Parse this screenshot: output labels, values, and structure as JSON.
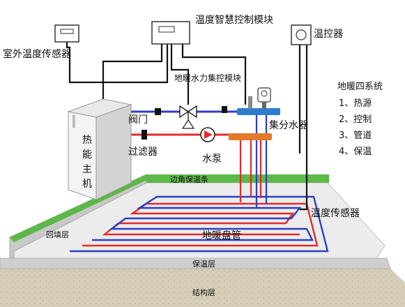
{
  "labels": {
    "smart_module": "温度智慧控制模块",
    "thermostat": "温控器",
    "outdoor_sensor": "室外温度传感器",
    "manifold_module": "地暖水力集控模块",
    "valve": "阀门",
    "filter": "过滤器",
    "pump": "水泵",
    "manifold": "集分水器",
    "host": [
      "热",
      "能",
      "主",
      "机"
    ],
    "edge_insulation": "边角保温条",
    "temp_sensor": "温度传感器",
    "backfill": "回填层",
    "floor_pipe": "地暖盘管",
    "insulation_layer": "保温层",
    "structure_layer": "结构层"
  },
  "system_panel": {
    "title": "地暖四系统",
    "items": [
      "1、热源",
      "2、控制",
      "3、管道",
      "4、保温"
    ]
  },
  "colors": {
    "hot_pipe": "#e52a2a",
    "cold_pipe": "#2b3fc4",
    "edge_strip": "#5cb848",
    "manifold_blue": "#2e7ccf",
    "manifold_orange": "#e27a2a"
  }
}
